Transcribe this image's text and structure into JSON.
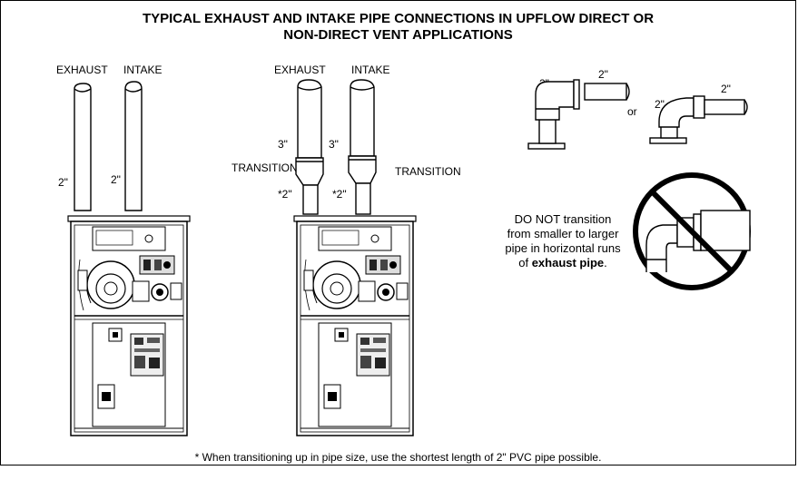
{
  "title_line1": "TYPICAL EXHAUST AND INTAKE PIPE CONNECTIONS IN UPFLOW DIRECT OR",
  "title_line2": "NON-DIRECT VENT APPLICATIONS",
  "left_unit": {
    "exhaust": "EXHAUST",
    "intake": "INTAKE",
    "exhaust_size": "2\"",
    "intake_size": "2\""
  },
  "mid_unit": {
    "exhaust": "EXHAUST",
    "intake": "INTAKE",
    "exhaust_upper": "3\"",
    "intake_upper": "3\"",
    "transition_left": "TRANSITION",
    "transition_right": "TRANSITION",
    "exhaust_lower": "*2\"",
    "intake_lower": "*2\""
  },
  "elbows": {
    "a_vertical": "2\"",
    "a_horizontal": "2\"",
    "or": "or",
    "b_vertical": "2\"",
    "b_horizontal": "2\""
  },
  "warning": {
    "line1": "DO NOT transition",
    "line2": "from smaller to larger",
    "line3": "pipe in horizontal runs",
    "line4_pre": "of ",
    "line4_bold": "exhaust pipe",
    "line4_post": "."
  },
  "footnote": "* When transitioning up in pipe size, use the shortest length of 2\" PVC pipe possible."
}
